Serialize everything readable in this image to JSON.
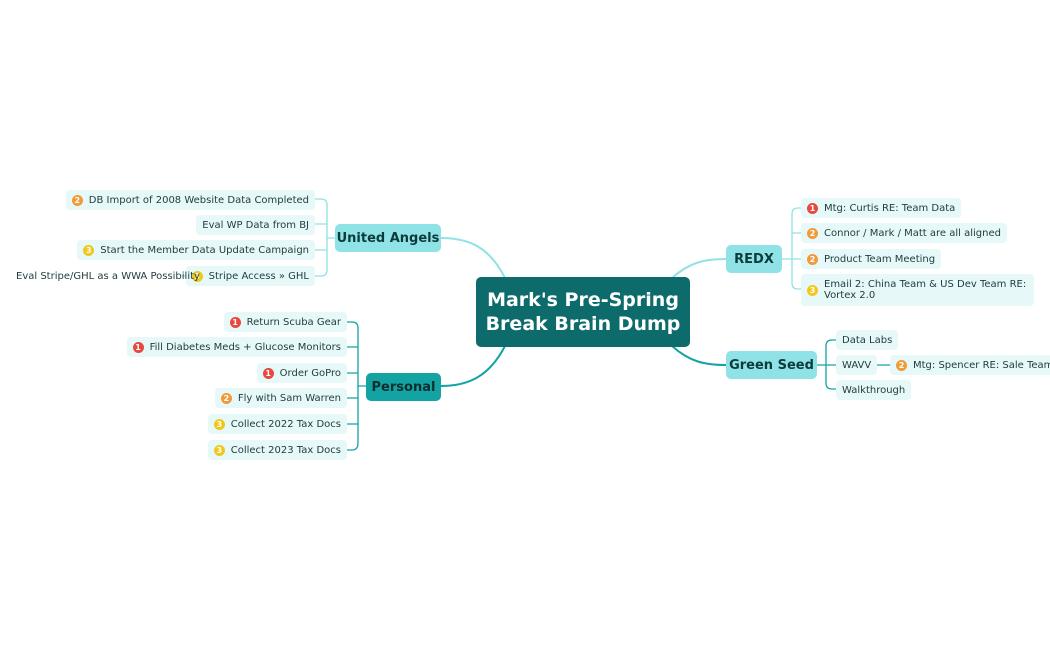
{
  "central_topic": {
    "line1": "Mark's Pre-Spring",
    "line2": "Break Brain Dump"
  },
  "colors": {
    "central": "#0e6b6b",
    "branch_dark": "#14a3a3",
    "branch_light": "#8fe2e5",
    "leaf": "#e7f8f9",
    "priority_1": "#e8483f",
    "priority_2": "#f19a37",
    "priority_3": "#f2c71c"
  },
  "branches": {
    "united_angels": {
      "label": "United Angels",
      "items": [
        {
          "priority": "2",
          "text": "DB Import of 2008 Website Data Completed"
        },
        {
          "priority": "",
          "text": "Eval WP Data from BJ"
        },
        {
          "priority": "3",
          "text": "Start the Member Data Update Campaign"
        },
        {
          "priority": "3",
          "text": "Stripe Access » GHL",
          "child": "Eval Stripe/GHL as a WWA Possibility"
        }
      ]
    },
    "personal": {
      "label": "Personal",
      "items": [
        {
          "priority": "1",
          "text": "Return Scuba Gear"
        },
        {
          "priority": "1",
          "text": "Fill Diabetes Meds + Glucose Monitors"
        },
        {
          "priority": "1",
          "text": "Order GoPro"
        },
        {
          "priority": "2",
          "text": "Fly with Sam Warren"
        },
        {
          "priority": "3",
          "text": "Collect 2022 Tax Docs"
        },
        {
          "priority": "3",
          "text": "Collect 2023 Tax Docs"
        }
      ]
    },
    "redx": {
      "label": "REDX",
      "items": [
        {
          "priority": "1",
          "text": "Mtg: Curtis RE: Team Data"
        },
        {
          "priority": "2",
          "text": "Connor / Mark / Matt are all aligned"
        },
        {
          "priority": "2",
          "text": "Product Team Meeting"
        },
        {
          "priority": "3",
          "text": "Email 2: China Team & US Dev Team RE: Vortex 2.0"
        }
      ]
    },
    "green_seed": {
      "label": "Green Seed",
      "items": [
        {
          "priority": "",
          "text": "Data Labs"
        },
        {
          "priority": "",
          "text": "WAVV",
          "child_priority": "2",
          "child": "Mtg: Spencer RE: Sale Team"
        },
        {
          "priority": "",
          "text": "Walkthrough"
        }
      ]
    }
  }
}
